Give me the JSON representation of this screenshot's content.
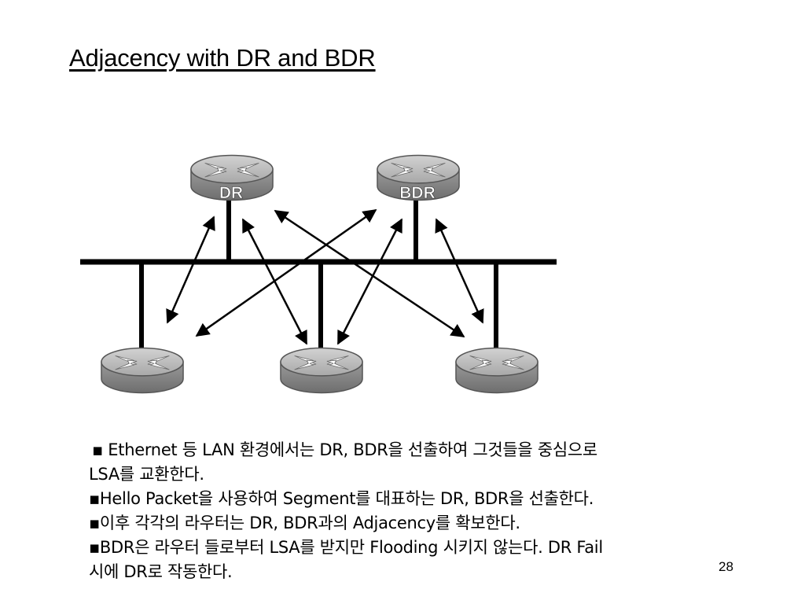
{
  "slide": {
    "title": "Adjacency with DR and BDR",
    "page_number": "28"
  },
  "diagram": {
    "routers": [
      {
        "id": "dr",
        "label": "DR"
      },
      {
        "id": "bdr",
        "label": "BDR"
      },
      {
        "id": "r1",
        "label": ""
      },
      {
        "id": "r2",
        "label": ""
      },
      {
        "id": "r3",
        "label": ""
      }
    ],
    "router_color": "#8a8a8a",
    "router_top_color": "#bcbcbc"
  },
  "bullets": {
    "b1_line1": "▪ Ethernet 등 LAN 환경에서는 DR, BDR을 선출하여 그것들을 중심으로",
    "b1_line2": "LSA를 교환한다.",
    "b2": "▪Hello Packet을 사용하여  Segment를 대표하는 DR, BDR을 선출한다.",
    "b3": "▪이후 각각의 라우터는 DR, BDR과의 Adjacency를 확보한다.",
    "b4_line1": "▪BDR은 라우터 들로부터 LSA를 받지만 Flooding 시키지 않는다. DR Fail",
    "b4_line2": "시에 DR로 작동한다."
  }
}
